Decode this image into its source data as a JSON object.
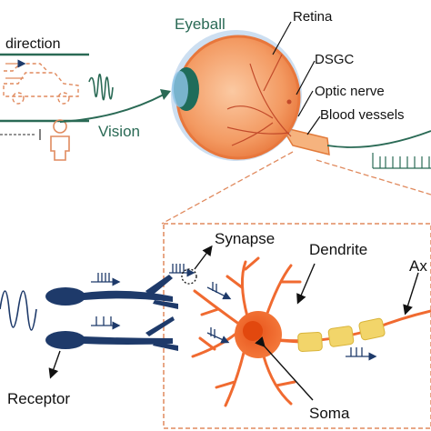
{
  "colors": {
    "green": "#2a6a55",
    "orange": "#f08a5a",
    "neuron": "#f06a30",
    "navy": "#1e3a6a",
    "myelin": "#f2d56a",
    "dash": "#e08a5e"
  },
  "top": {
    "direction_label": "direction",
    "eyeball_label": "Eyeball",
    "vision_label": "Vision",
    "retina_label": "Retina",
    "dsgc_label": "DSGC",
    "optic_nerve_label": "Optic nerve",
    "blood_vessels_label": "Blood vessels"
  },
  "bottom": {
    "synapse_label": "Synapse",
    "dendrite_label": "Dendrite",
    "axon_label": "Ax",
    "receptor_label": "Receptor",
    "soma_label": "Soma"
  }
}
